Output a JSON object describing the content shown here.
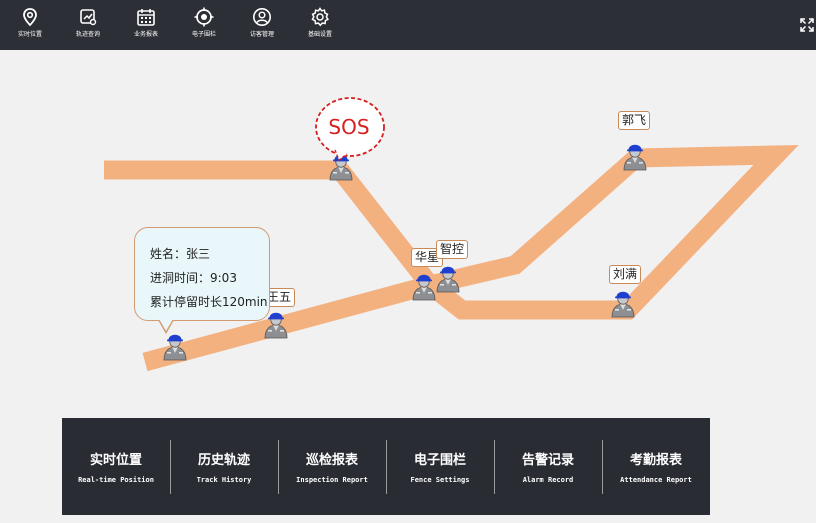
{
  "nav": {
    "items": [
      {
        "label": "实时位置",
        "icon": "location-pin-icon"
      },
      {
        "label": "轨迹查询",
        "icon": "track-query-icon"
      },
      {
        "label": "业务报表",
        "icon": "calendar-report-icon"
      },
      {
        "label": "电子围栏",
        "icon": "fence-target-icon"
      },
      {
        "label": "访客管理",
        "icon": "visitor-user-icon"
      },
      {
        "label": "基础设置",
        "icon": "gear-icon"
      }
    ],
    "expand_icon": "fullscreen-icon"
  },
  "map": {
    "sos_label": "SOS",
    "workers": [
      {
        "name": "郭飞"
      },
      {
        "name": "华星"
      },
      {
        "name": "智控"
      },
      {
        "name": "刘满"
      },
      {
        "name": "王五"
      }
    ],
    "info_card": {
      "name_line": "姓名：张三",
      "entry_line": "进洞时间：9:03",
      "stay_line": "累计停留时长120min"
    },
    "colors": {
      "track": "#f4b180",
      "sos": "#d61f1f",
      "helmet": "#1f3fcf"
    }
  },
  "bottom_menu": [
    {
      "cn": "实时位置",
      "en": "Real-time Position"
    },
    {
      "cn": "历史轨迹",
      "en": "Track History"
    },
    {
      "cn": "巡检报表",
      "en": "Inspection Report"
    },
    {
      "cn": "电子围栏",
      "en": "Fence Settings"
    },
    {
      "cn": "告警记录",
      "en": "Alarm Record"
    },
    {
      "cn": "考勤报表",
      "en": "Attendance Report"
    }
  ]
}
